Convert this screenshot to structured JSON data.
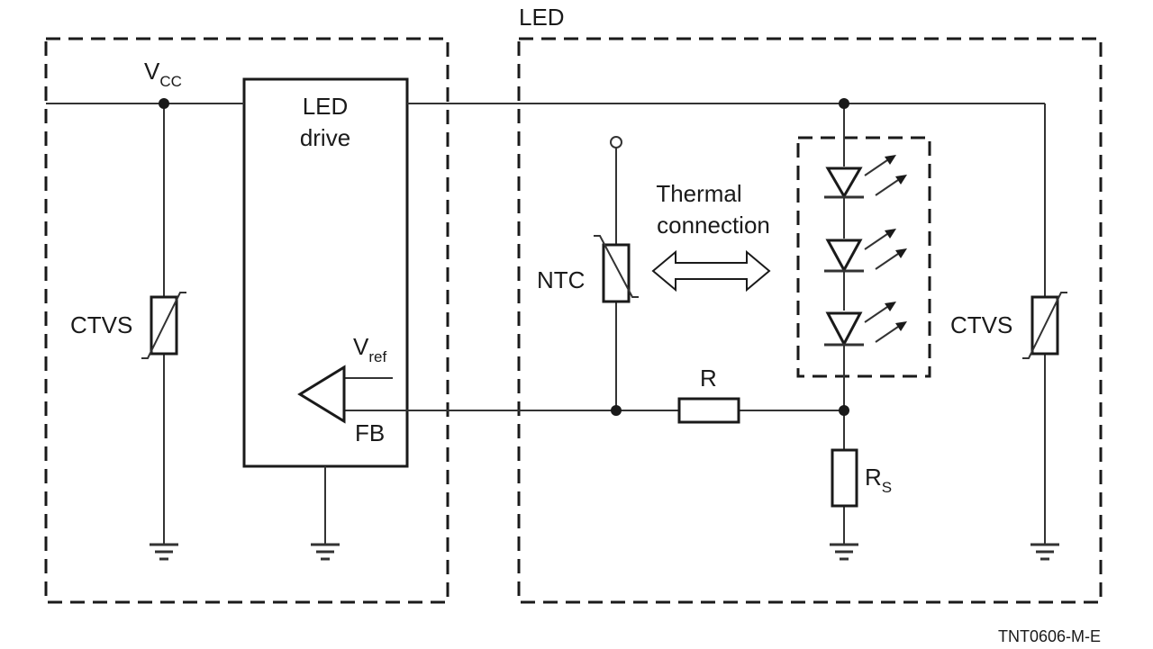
{
  "labels": {
    "led_block": "LED",
    "vcc_main": "V",
    "vcc_sub": "CC",
    "driver_line1": "LED",
    "driver_line2": "drive",
    "ctvs_left": "CTVS",
    "ctvs_right": "CTVS",
    "vref_main": "V",
    "vref_sub": "ref",
    "fb": "FB",
    "ntc": "NTC",
    "thermal_line1": "Thermal",
    "thermal_line2": "connection",
    "r": "R",
    "rs_main": "R",
    "rs_sub": "S",
    "figure_id": "TNT0606-M-E"
  },
  "colors": {
    "line": "#1a1a1a",
    "wire": "#333333",
    "background": "#ffffff"
  },
  "icons": {
    "ground": "ground-symbol-icon",
    "led": "light-emitting-diode-icon",
    "varistor": "ctvs-varistor-icon",
    "thermistor": "ntc-thermistor-icon",
    "amplifier": "comparator-triangle-icon",
    "double_arrow": "double-headed-arrow-icon"
  }
}
